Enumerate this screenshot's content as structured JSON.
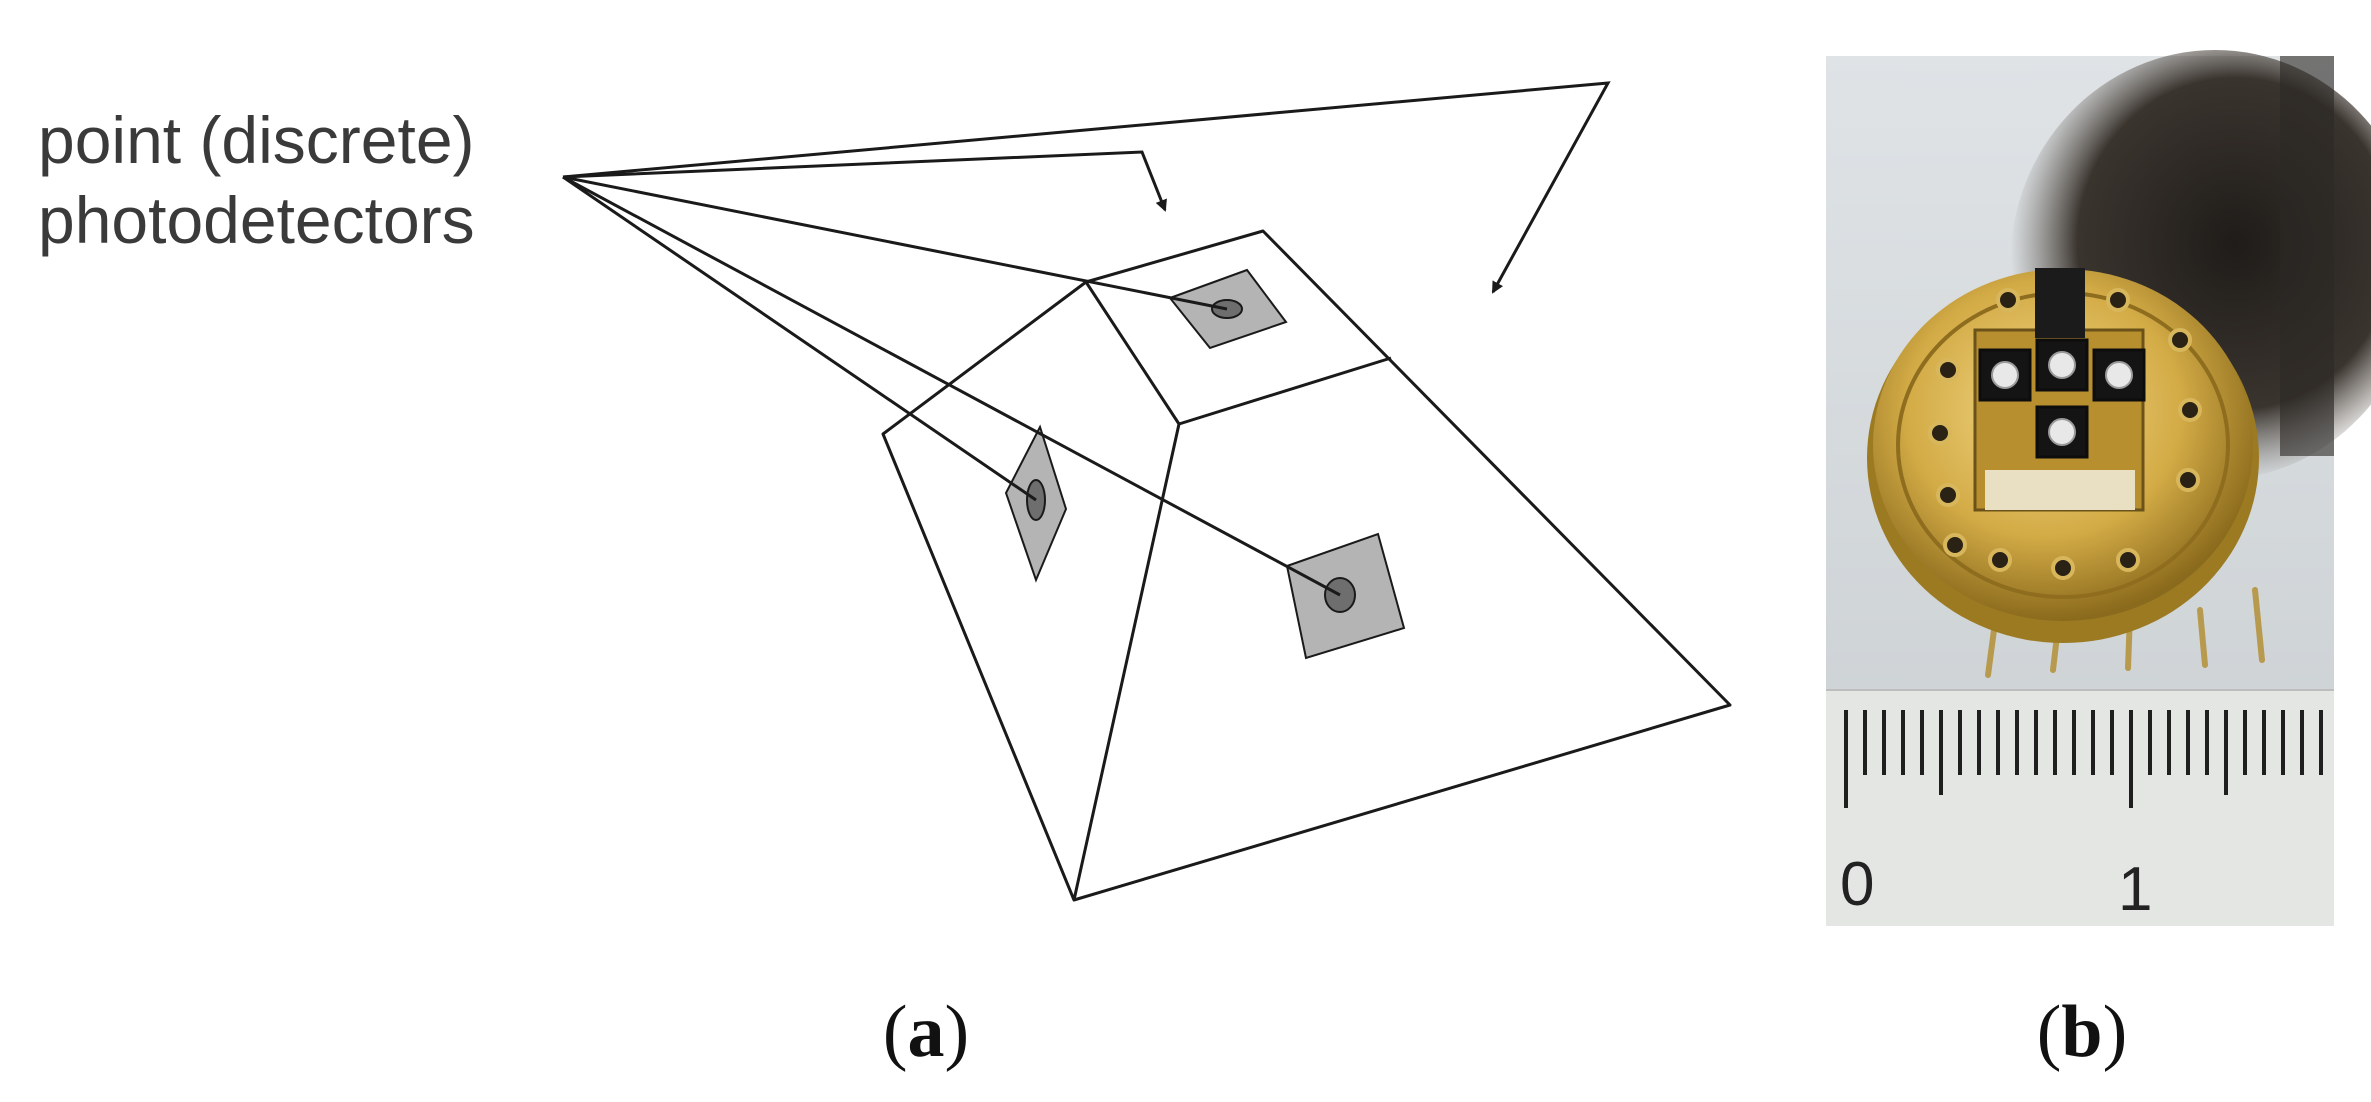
{
  "figure": {
    "panel_a": {
      "label_line1": "point (discrete)",
      "label_line2": "photodetectors",
      "caption_paren_open": "(",
      "caption_letter": "a",
      "caption_paren_close": ")"
    },
    "panel_b": {
      "ruler_label_zero": "0",
      "ruler_label_one": "1",
      "caption_paren_open": "(",
      "caption_letter": "b",
      "caption_paren_close": ")"
    }
  },
  "colors": {
    "line": "#1a1a1a",
    "detector_fill": "#b4b4b4",
    "detector_dot": "#6e6e6e",
    "gold": "#c9a43a",
    "shadow": "#2a2520"
  }
}
